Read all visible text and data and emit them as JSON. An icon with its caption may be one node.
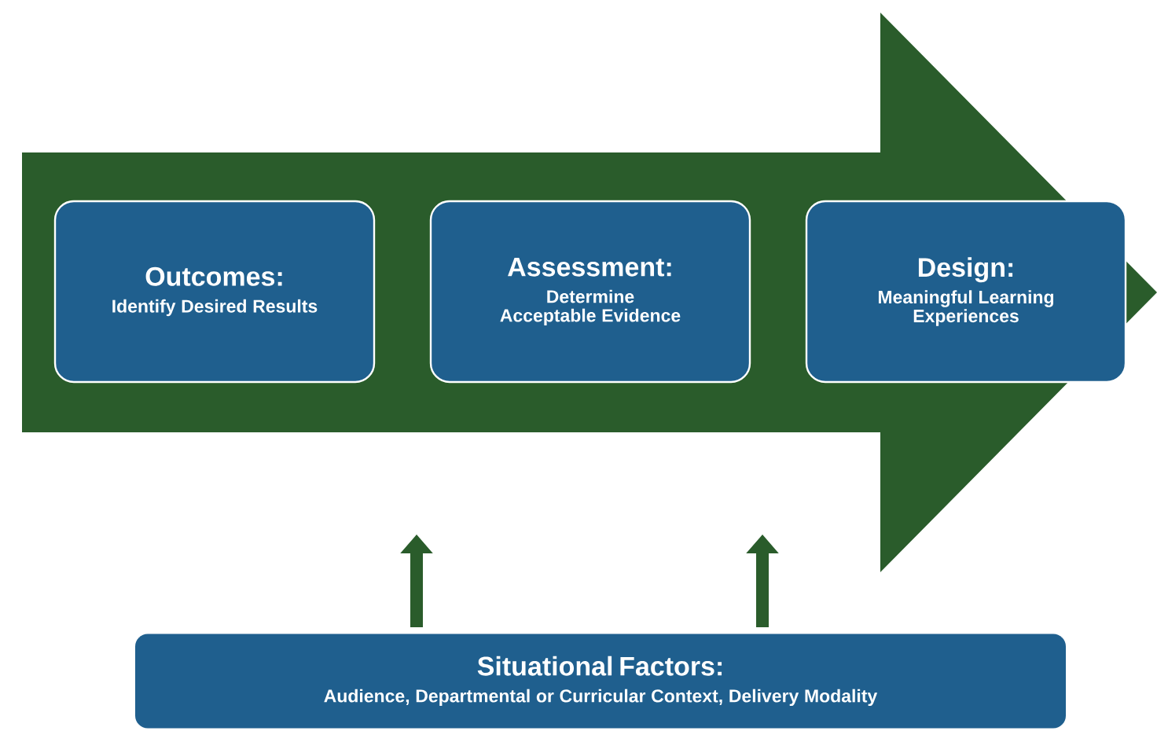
{
  "diagram": {
    "nodes": [
      {
        "text": [],
        "shape": "arrow"
      },
      {
        "text": [
          "Outcomes:",
          "Identify Desired Results"
        ],
        "in": 0
      },
      {
        "text": [
          "Assessment:",
          "Determine Acceptable Evidence"
        ],
        "in": 0
      },
      {
        "text": [
          "Design:",
          "Meaningful Learning Experiences"
        ],
        "in": 0
      },
      {
        "text": [
          "Situational Factors:",
          "Audience, Departmental or Curricular Context, Delivery Modality"
        ]
      }
    ],
    "edges": [
      {
        "from": 4,
        "to": null,
        "arrow": "to"
      },
      {
        "from": 4,
        "to": null,
        "arrow": "to"
      }
    ]
  }
}
